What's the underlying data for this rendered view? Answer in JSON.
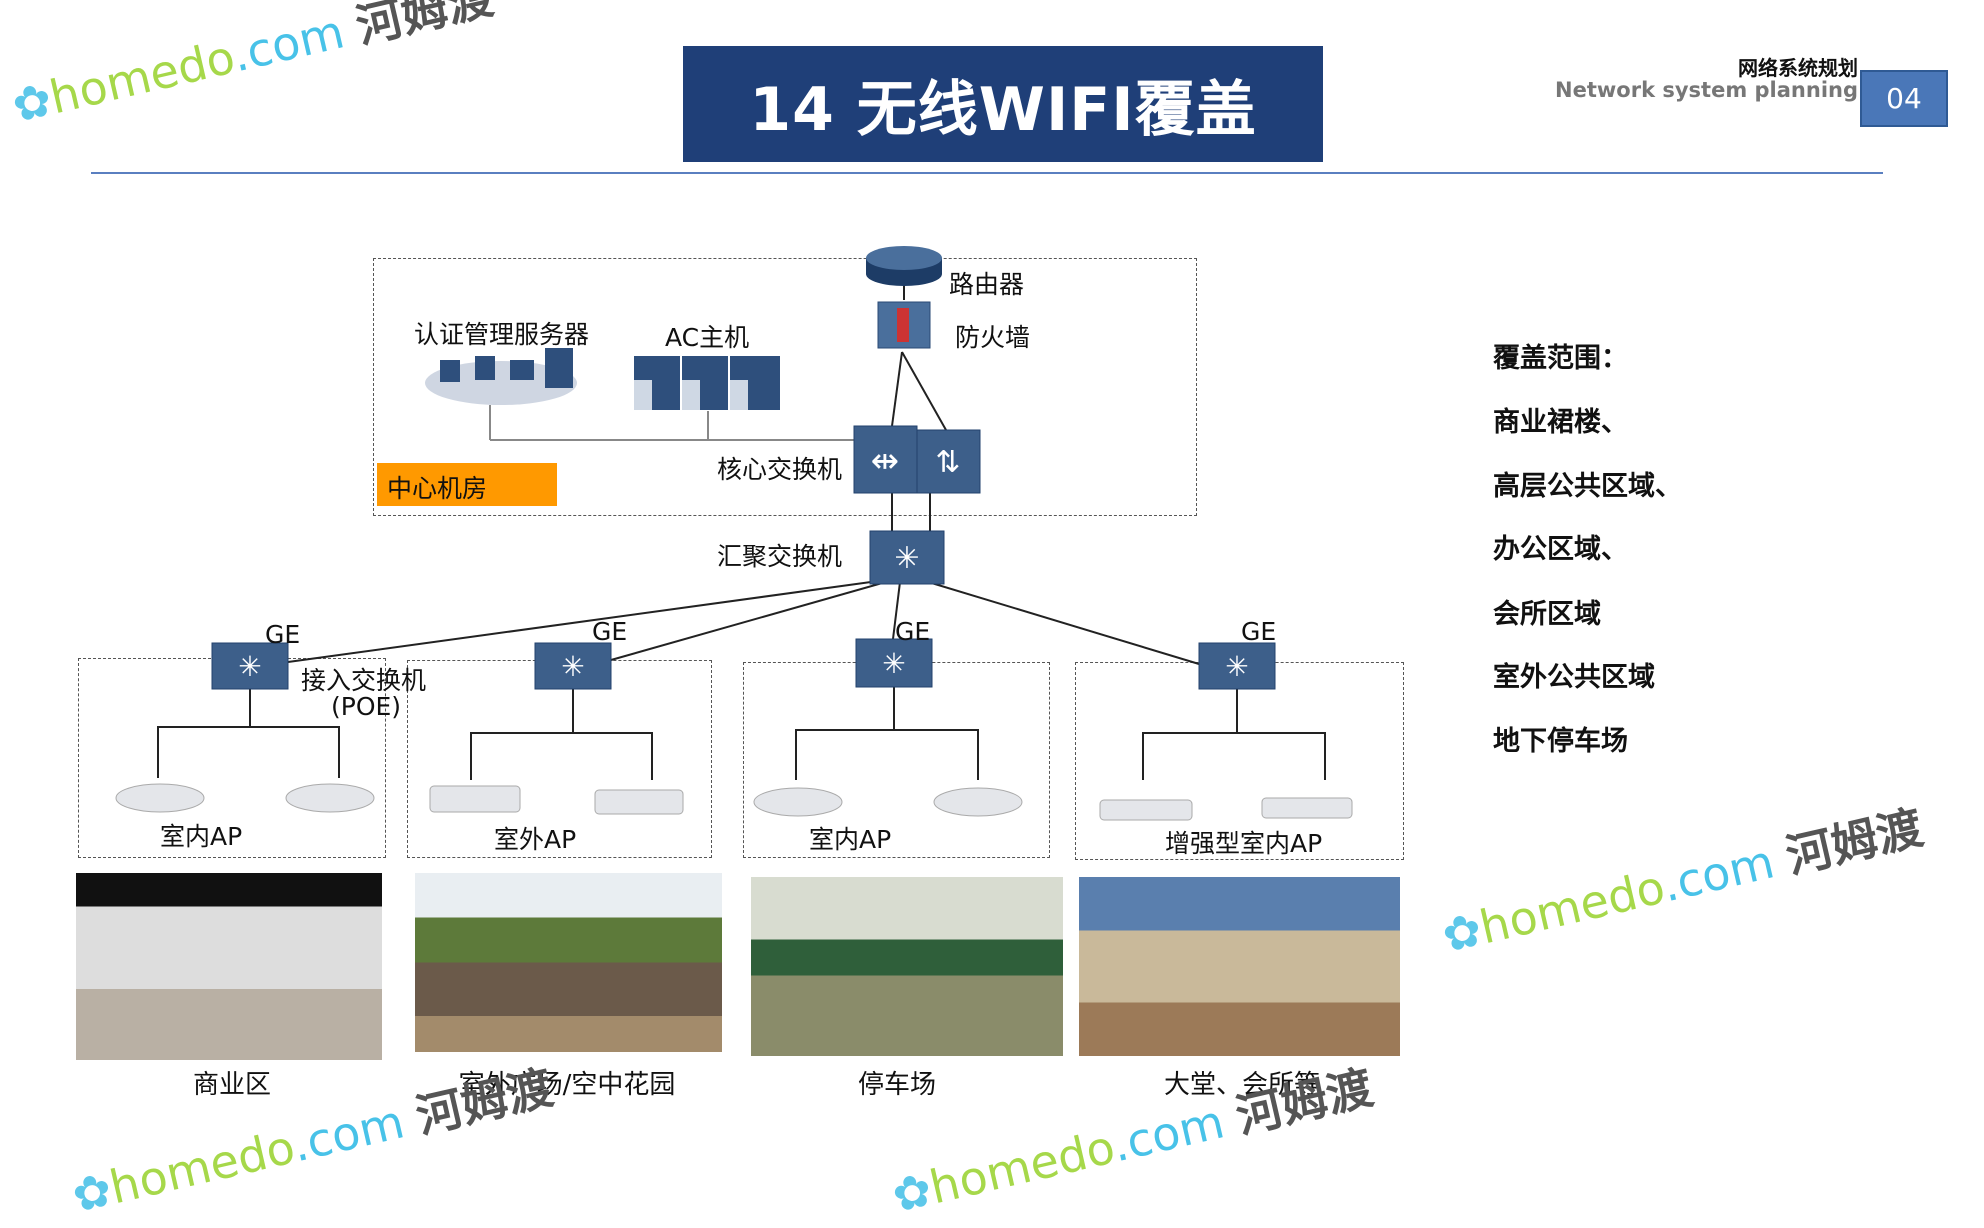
{
  "header": {
    "title": "14 无线WIFI覆盖",
    "subtitle_cn": "网络系统规划",
    "subtitle_en": "Network system planning",
    "page_badge": "04"
  },
  "diagram": {
    "router": "路由器",
    "firewall": "防火墙",
    "auth_server": "认证管理服务器",
    "ac_host": "AC主机",
    "core_switch": "核心交换机",
    "datacenter": "中心机房",
    "agg_switch": "汇聚交换机",
    "access_switch": "接入交换机",
    "poe": "(POE)",
    "ge": "GE",
    "zones": [
      {
        "ap": "室内AP",
        "photo_caption": "商业区"
      },
      {
        "ap": "室外AP",
        "photo_caption": "室外广场/空中花园"
      },
      {
        "ap": "室内AP",
        "photo_caption": "停车场"
      },
      {
        "ap": "增强型室内AP",
        "photo_caption": "大堂、会所等"
      }
    ]
  },
  "coverage": {
    "title": "覆盖范围：",
    "items": [
      "商业裙楼、",
      "高层公共区域、",
      "办公区域、",
      "会所区域",
      "室外公共区域",
      "地下停车场"
    ]
  },
  "watermark": {
    "brand": "homedo",
    "domain": ".com",
    "cn": "河姆渡"
  },
  "colors": {
    "banner": "#1f3f78",
    "badge": "#4a77b8",
    "datacenter": "#ff9900",
    "device": "#3d5f8a"
  }
}
